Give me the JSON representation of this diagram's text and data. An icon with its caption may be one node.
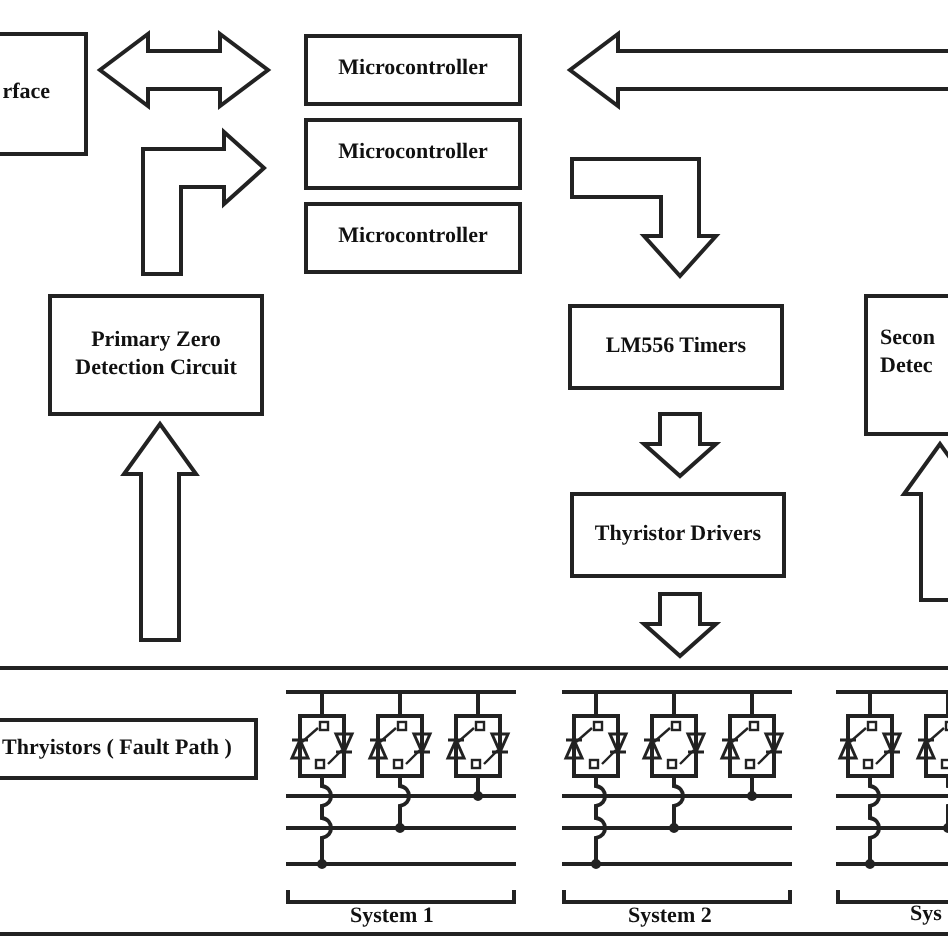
{
  "diagram": {
    "nodes": [
      {
        "text": [
          "rface"
        ]
      },
      {
        "text": [
          "Microcontroller"
        ]
      },
      {
        "text": [
          "Microcontroller"
        ]
      },
      {
        "text": [
          "Microcontroller"
        ]
      },
      {
        "text": [
          "Primary Zero Detection Circuit"
        ]
      },
      {
        "text": [
          "LM556 Timers"
        ]
      },
      {
        "text": [
          "Secon Detec"
        ]
      },
      {
        "text": [
          "Thyristor Drivers"
        ]
      },
      {
        "text": [],
        "shape": "box"
      },
      {
        "text": [
          "Thryistors ( Fault Path )"
        ],
        "in": 8
      }
    ],
    "edges": [
      {
        "from": 0,
        "to": 1,
        "arrow": "both"
      },
      {
        "from": null,
        "to": 1,
        "arrow": "to"
      },
      {
        "from": 4,
        "to": 2,
        "arrow": "to"
      },
      {
        "from": 2,
        "to": 5,
        "arrow": "to"
      },
      {
        "from": 5,
        "to": 7,
        "arrow": "to"
      },
      {
        "from": 7,
        "to": 8,
        "arrow": "to"
      },
      {
        "from": 8,
        "to": 4,
        "arrow": "to"
      },
      {
        "from": null,
        "to": 6,
        "arrow": "to"
      }
    ],
    "labels": [
      "System 1",
      "System 2",
      "Sys"
    ]
  }
}
